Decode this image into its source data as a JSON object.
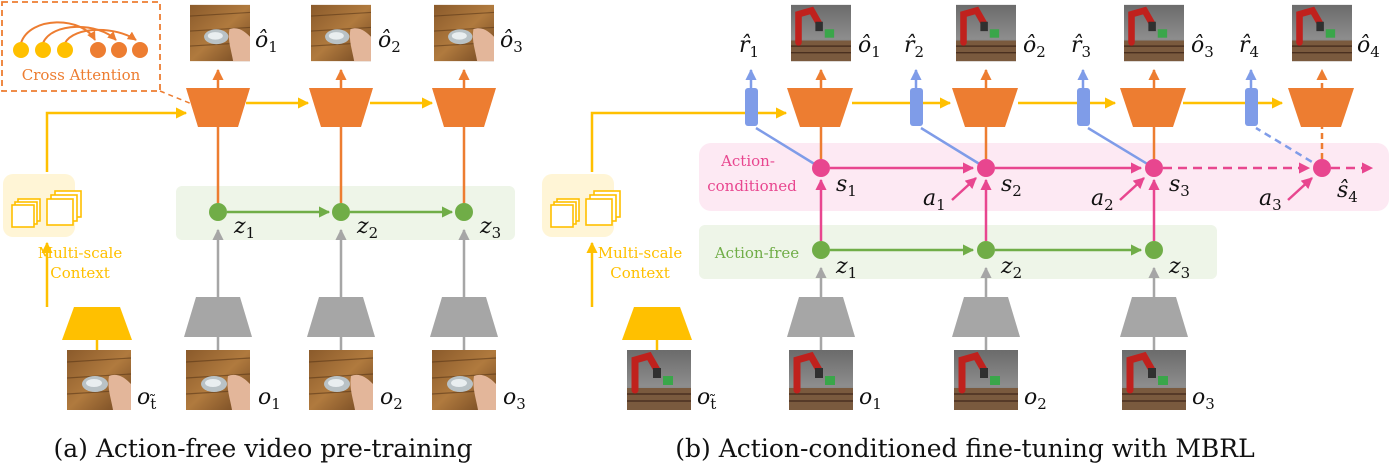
{
  "left": {
    "caption": "(a) Action-free video pre-training",
    "cross_attention_label": "Cross Attention",
    "context_label_line1": "Multi-scale",
    "context_label_line2": "Context",
    "outputs": [
      {
        "base": "ô",
        "sub": "1"
      },
      {
        "base": "ô",
        "sub": "2"
      },
      {
        "base": "ô",
        "sub": "3"
      }
    ],
    "latents": [
      {
        "base": "z",
        "sub": "1"
      },
      {
        "base": "z",
        "sub": "2"
      },
      {
        "base": "z",
        "sub": "3"
      }
    ],
    "inputs": [
      {
        "base": "o",
        "sub": "1"
      },
      {
        "base": "o",
        "sub": "2"
      },
      {
        "base": "o",
        "sub": "3"
      }
    ],
    "context_input": {
      "base": "o",
      "sub": "t̃"
    }
  },
  "right": {
    "caption": "(b) Action-conditioned fine-tuning with MBRL",
    "action_conditioned_line1": "Action-",
    "action_conditioned_line2": "conditioned",
    "action_free_label": "Action-free",
    "context_label_line1": "Multi-scale",
    "context_label_line2": "Context",
    "rewards": [
      {
        "base": "r̂",
        "sub": "1"
      },
      {
        "base": "r̂",
        "sub": "2"
      },
      {
        "base": "r̂",
        "sub": "3"
      },
      {
        "base": "r̂",
        "sub": "4"
      }
    ],
    "outputs": [
      {
        "base": "ô",
        "sub": "1"
      },
      {
        "base": "ô",
        "sub": "2"
      },
      {
        "base": "ô",
        "sub": "3"
      },
      {
        "base": "ô",
        "sub": "4"
      }
    ],
    "states": [
      {
        "base": "s",
        "sub": "1"
      },
      {
        "base": "s",
        "sub": "2"
      },
      {
        "base": "s",
        "sub": "3"
      },
      {
        "base": "ŝ",
        "sub": "4"
      }
    ],
    "actions": [
      {
        "base": "a",
        "sub": "1"
      },
      {
        "base": "a",
        "sub": "2"
      },
      {
        "base": "a",
        "sub": "3"
      }
    ],
    "latents": [
      {
        "base": "z",
        "sub": "1"
      },
      {
        "base": "z",
        "sub": "2"
      },
      {
        "base": "z",
        "sub": "3"
      }
    ],
    "inputs": [
      {
        "base": "o",
        "sub": "1"
      },
      {
        "base": "o",
        "sub": "2"
      },
      {
        "base": "o",
        "sub": "3"
      }
    ],
    "context_input": {
      "base": "o",
      "sub": "t̃"
    }
  },
  "colors": {
    "orange": "#ED7D31",
    "yellow": "#FFC000",
    "green": "#70AD47",
    "pink": "#E8468F",
    "blue": "#7F9CE8",
    "gray": "#A6A6A6",
    "context_bg": "#FFF5D6",
    "green_bg": "#EEF5E8",
    "pink_bg": "#FDE9F3"
  }
}
